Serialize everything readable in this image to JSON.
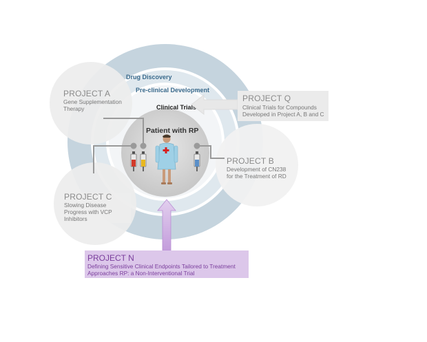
{
  "rings": {
    "drug_discovery": "Drug Discovery",
    "preclinical": "Pre-clinical Development",
    "clinical": "Clinical Trials",
    "center": "Patient with RP"
  },
  "projects": {
    "a": {
      "title": "PROJECT A",
      "desc": [
        "Gene Supplementation",
        "Therapy"
      ]
    },
    "b": {
      "title": "PROJECT B",
      "desc": [
        "Development of CN238",
        "for the Treatment of RD"
      ]
    },
    "c": {
      "title": "PROJECT C",
      "desc": [
        "Slowing Disease",
        "Progress with VCP",
        "Inhibitors"
      ]
    },
    "q": {
      "title": "PROJECT Q",
      "desc": [
        "Clinical Trials for Compounds",
        "Developed in Project A, B and C"
      ]
    },
    "n": {
      "title": "PROJECT N",
      "desc": [
        "Defining Sensitive Clinical Endpoints Tailored to Treatment",
        "Approaches RP: a Non-Interventional Trial"
      ]
    }
  },
  "colors": {
    "ring_blue": "#c5d4de",
    "ring_label_blue": "#3a6a8c",
    "project_gray": "#8a8a8a",
    "project_n_purple": "#7a3e9c",
    "project_n_fill": "#dcc7ea"
  }
}
